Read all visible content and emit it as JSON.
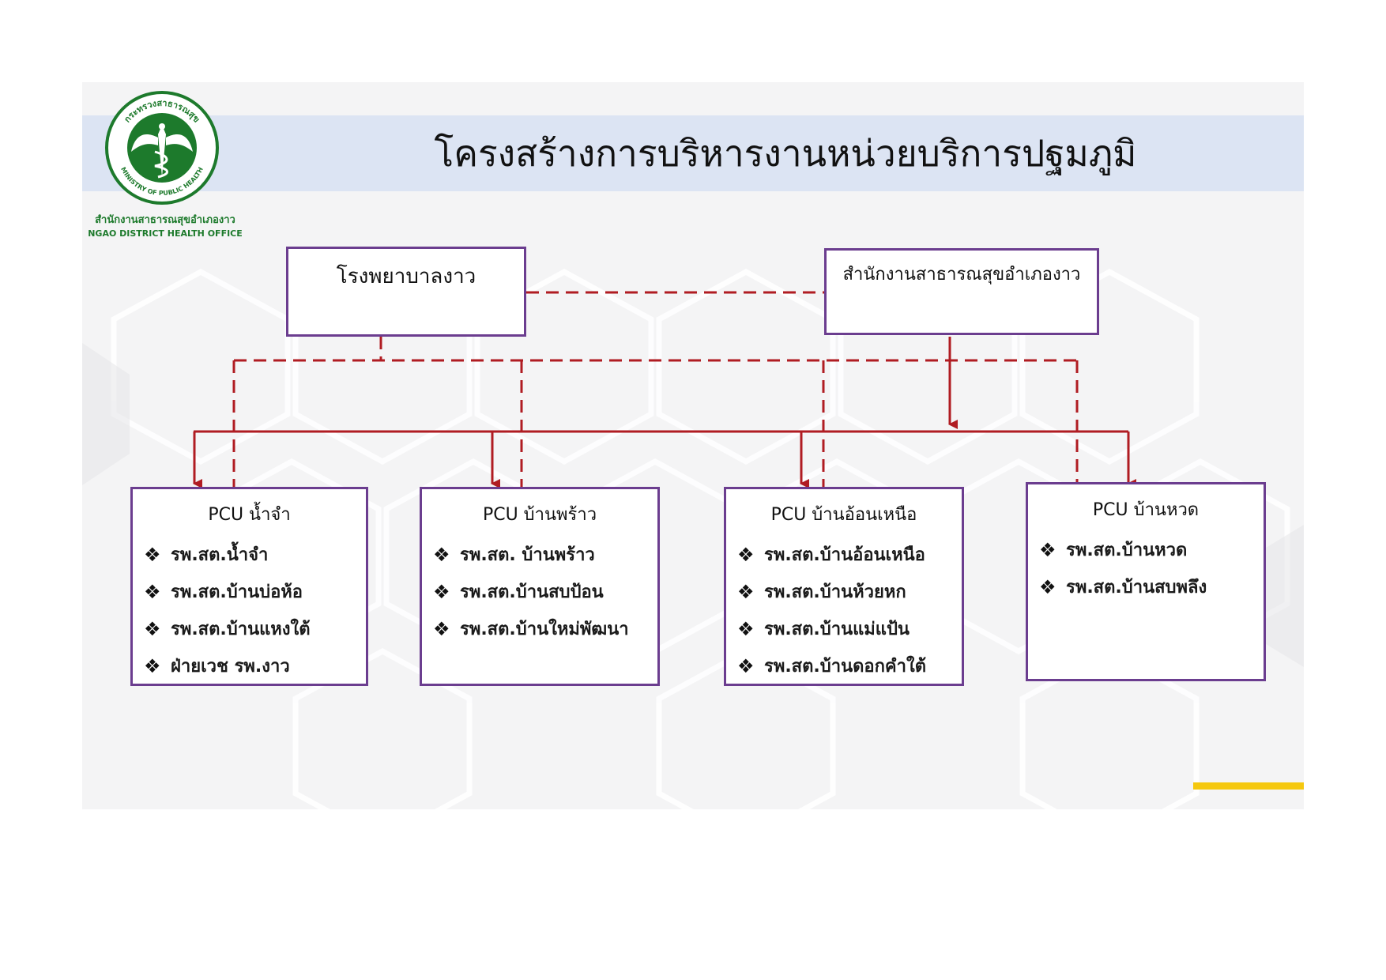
{
  "title": "โครงสร้างการบริหารงานหน่วยบริการปฐมภูมิ",
  "logo": {
    "icon": "ministry-of-public-health-seal-icon",
    "seal_text_top": "กระทรวงสาธารณสุข",
    "seal_text_bottom": "MINISTRY OF PUBLIC HEALTH",
    "org_name_th": "สำนักงานสาธารณสุขอำเภองาว",
    "org_name_en": "NGAO DISTRICT HEALTH OFFICE",
    "color": "#1d7a2c"
  },
  "top_nodes": {
    "hospital": "โรงพยาบาลงาว",
    "district_office": "สำนักงานสาธารณสุขอำเภองาว"
  },
  "pcus": [
    {
      "name": "PCU น้ำจำ",
      "items": [
        "รพ.สต.น้ำจำ",
        "รพ.สต.บ้านบ่อห้อ",
        "รพ.สต.บ้านแหงใต้",
        "ฝ่ายเวช รพ.งาว"
      ]
    },
    {
      "name": "PCU บ้านพร้าว",
      "items": [
        "รพ.สต. บ้านพร้าว",
        "รพ.สต.บ้านสบป้อน",
        "รพ.สต.บ้านใหม่พัฒนา"
      ]
    },
    {
      "name": "PCU บ้านอ้อนเหนือ",
      "items": [
        "รพ.สต.บ้านอ้อนเหนือ",
        "รพ.สต.บ้านห้วยหก",
        "รพ.สต.บ้านแม่แป้น",
        "รพ.สต.บ้านดอกคำใต้"
      ]
    },
    {
      "name": "PCU บ้านหวด",
      "items": [
        "รพ.สต.บ้านหวด",
        "รพ.สต.บ้านสบพลึง"
      ]
    }
  ],
  "colors": {
    "title_bar": "#dce4f3",
    "box_border": "#6b3d8f",
    "connector": "#b01c22",
    "accent": "#f5c80f"
  }
}
